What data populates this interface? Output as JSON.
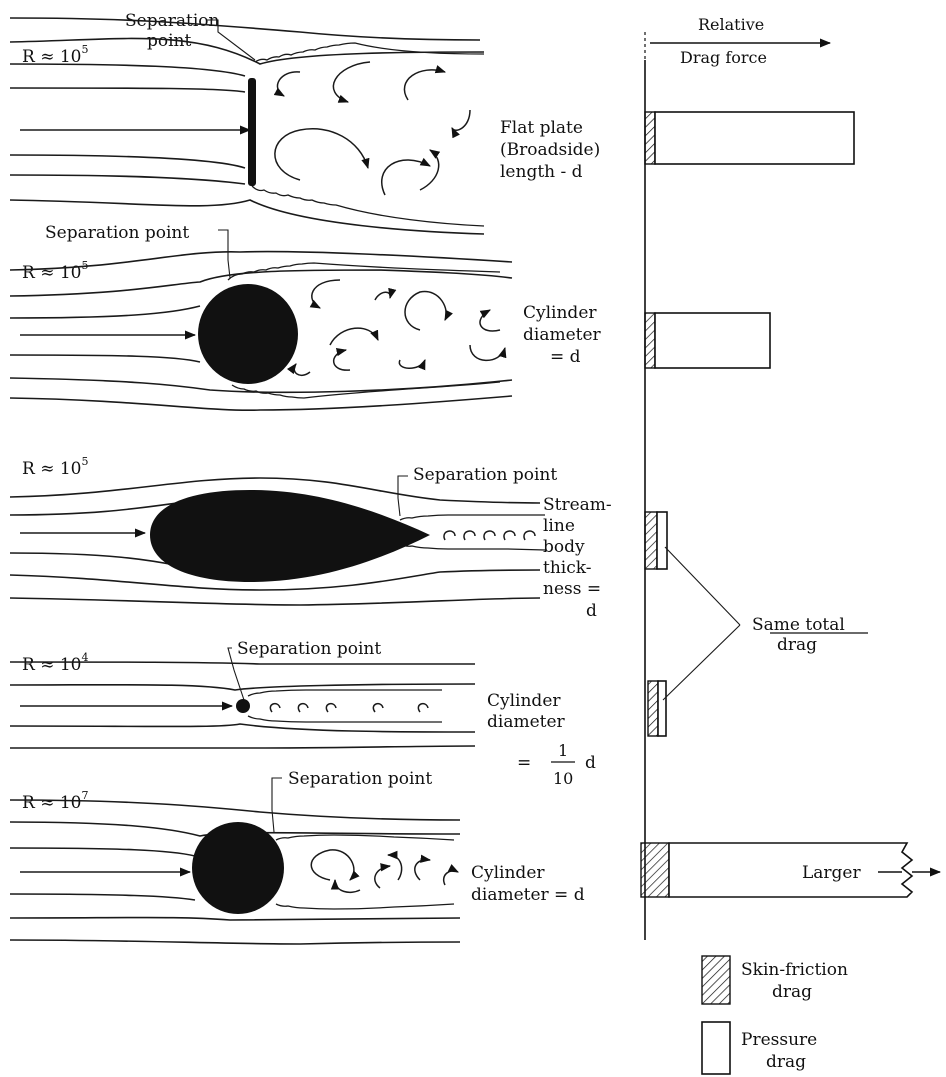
{
  "labels": {
    "axis_top": "Relative",
    "axis_bottom": "Drag force",
    "sep_point_1a": "Separation",
    "sep_point_1b": "point",
    "sep_point": "Separation point",
    "r1": "R ≈ 10",
    "r1_exp": "5",
    "r2": "R ≈ 10",
    "r2_exp": "5",
    "r3": "R ≈ 10",
    "r3_exp": "5",
    "r4": "R ≈ 10",
    "r4_exp": "4",
    "r5": "R ≈ 10",
    "r5_exp": "7",
    "plate_1": "Flat plate",
    "plate_2": "(Broadside)",
    "plate_3": "length - d",
    "cyl_1": "Cylinder",
    "cyl_2": "diameter",
    "cyl_3": "= d",
    "sl_1": "Stream-",
    "sl_2": "line",
    "sl_3": "body",
    "sl_4": "thick-",
    "sl_5": "ness  =",
    "sl_6": "d",
    "small_1": "Cylinder",
    "small_2": "diameter",
    "small_eq": "=",
    "small_num": "1",
    "small_den": "10",
    "small_d": "d",
    "big_1": "Cylinder",
    "big_2": "diameter  =  d",
    "same_total_1": "Same total",
    "same_total_2": "drag",
    "larger": "Larger",
    "legend_skin_1": "Skin-friction",
    "legend_skin_2": "drag",
    "legend_pressure_1": "Pressure",
    "legend_pressure_2": "drag"
  }
}
